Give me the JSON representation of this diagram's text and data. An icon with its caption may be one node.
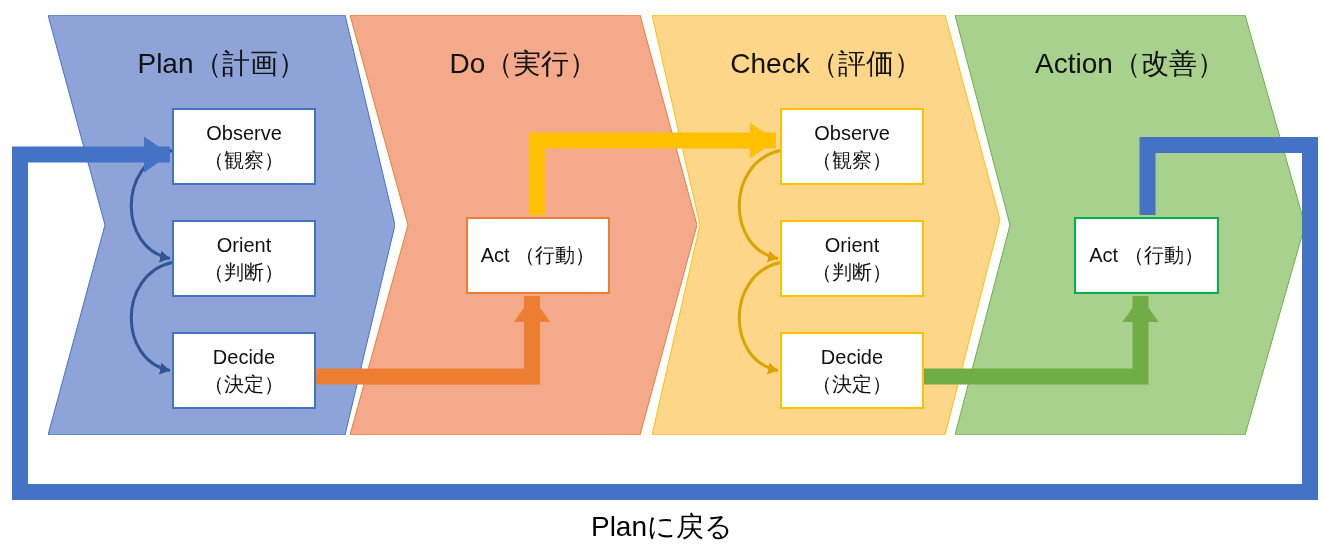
{
  "diagram": {
    "nodes": [
      {
        "text": [
          "Plan（計画）"
        ]
      },
      {
        "text": [
          "Observe （観察）"
        ],
        "in": 0
      },
      {
        "text": [
          "Orient （判断）"
        ],
        "in": 0
      },
      {
        "text": [
          "Decide （決定）"
        ],
        "in": 0
      },
      {
        "text": [
          "Do（実行）"
        ]
      },
      {
        "text": [
          "Act （行動）"
        ],
        "in": 4
      },
      {
        "text": [
          "Check（評価）"
        ]
      },
      {
        "text": [
          "Observe （観察）"
        ],
        "in": 6
      },
      {
        "text": [
          "Orient （判断）"
        ],
        "in": 6
      },
      {
        "text": [
          "Decide （決定）"
        ],
        "in": 6
      },
      {
        "text": [
          "Action（改善）"
        ]
      },
      {
        "text": [
          "Act （行動）"
        ],
        "in": 10
      }
    ],
    "edges": [
      {
        "from": 1,
        "to": 2,
        "arrow": "to",
        "color": "#2f5597"
      },
      {
        "from": 2,
        "to": 3,
        "arrow": "to",
        "color": "#2f5597"
      },
      {
        "from": 3,
        "to": 5,
        "arrow": "to",
        "style": "thick",
        "color": "#ed7d31"
      },
      {
        "from": 5,
        "to": 7,
        "arrow": "to",
        "style": "thick",
        "color": "#ffc000"
      },
      {
        "from": 7,
        "to": 8,
        "arrow": "to",
        "color": "#d9a400"
      },
      {
        "from": 8,
        "to": 9,
        "arrow": "to",
        "color": "#d9a400"
      },
      {
        "from": 9,
        "to": 11,
        "arrow": "to",
        "style": "thick",
        "color": "#70ad47"
      },
      {
        "from": 11,
        "to": 1,
        "arrow": "to",
        "style": "thick",
        "color": "#4472c4",
        "label": "Planに戻る"
      }
    ]
  }
}
